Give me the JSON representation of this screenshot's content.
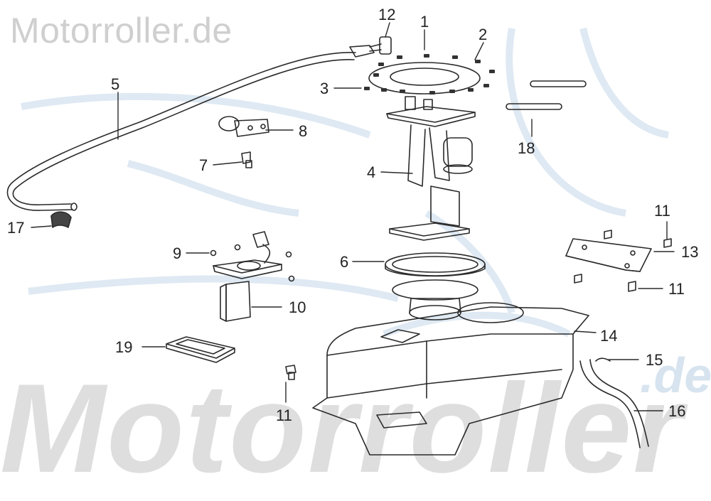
{
  "watermark": {
    "top": "Motorroller.de",
    "bottom": "Motorroller",
    "bottom_suffix": ".de"
  },
  "colors": {
    "line": "#2a2a2a",
    "watermark_grey": "#d6d6d6",
    "watermark_blue": "#d9e6f1",
    "background": "#ffffff"
  },
  "callouts": {
    "c1": "1",
    "c2": "2",
    "c3": "3",
    "c4": "4",
    "c5": "5",
    "c6": "6",
    "c7": "7",
    "c8": "8",
    "c9": "9",
    "c10": "10",
    "c11a": "11",
    "c11b": "11",
    "c11c": "11",
    "c12": "12",
    "c13": "13",
    "c14": "14",
    "c15": "15",
    "c16": "16",
    "c17": "17",
    "c18": "18",
    "c19": "19"
  }
}
